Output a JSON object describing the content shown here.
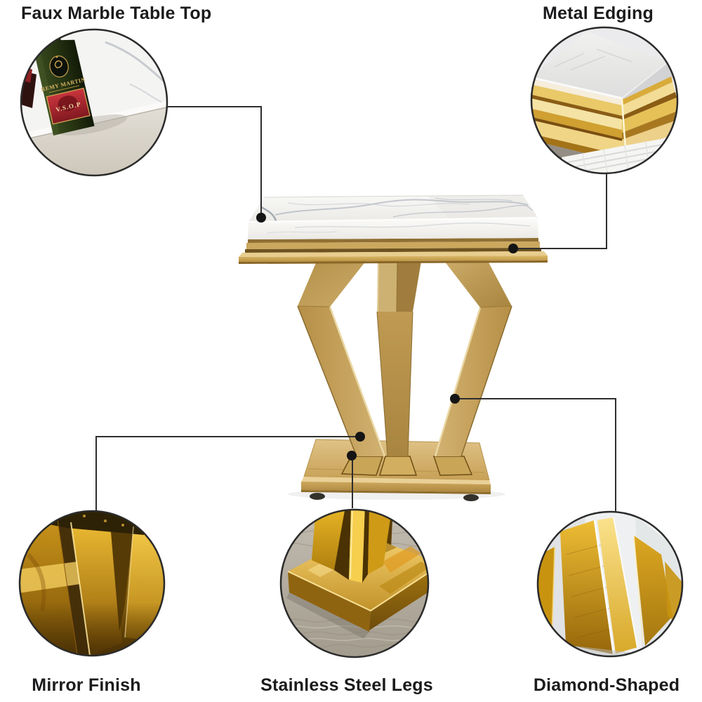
{
  "callouts": [
    {
      "id": "faux-marble-table-top",
      "label": "Faux Marble Table Top",
      "position": "top-left"
    },
    {
      "id": "metal-edging",
      "label": "Metal Edging",
      "position": "top-right"
    },
    {
      "id": "mirror-finish",
      "label": "Mirror Finish",
      "position": "bottom-left"
    },
    {
      "id": "stainless-steel-legs",
      "label": "Stainless Steel Legs",
      "position": "bottom-center"
    },
    {
      "id": "diamond-shaped",
      "label": "Diamond-Shaped",
      "position": "bottom-right"
    }
  ],
  "bottle": {
    "brand": "REMY MARTIN",
    "grade": "V.S.O.P"
  },
  "colors": {
    "background": "#ffffff",
    "label_text": "#1b1b1d",
    "leader_line": "#2e2e2e",
    "gold": "#c2a05c",
    "gold_bright": "#f3cf5e",
    "gold_deep": "#8a5f10",
    "marble": "#f4f3f1"
  }
}
